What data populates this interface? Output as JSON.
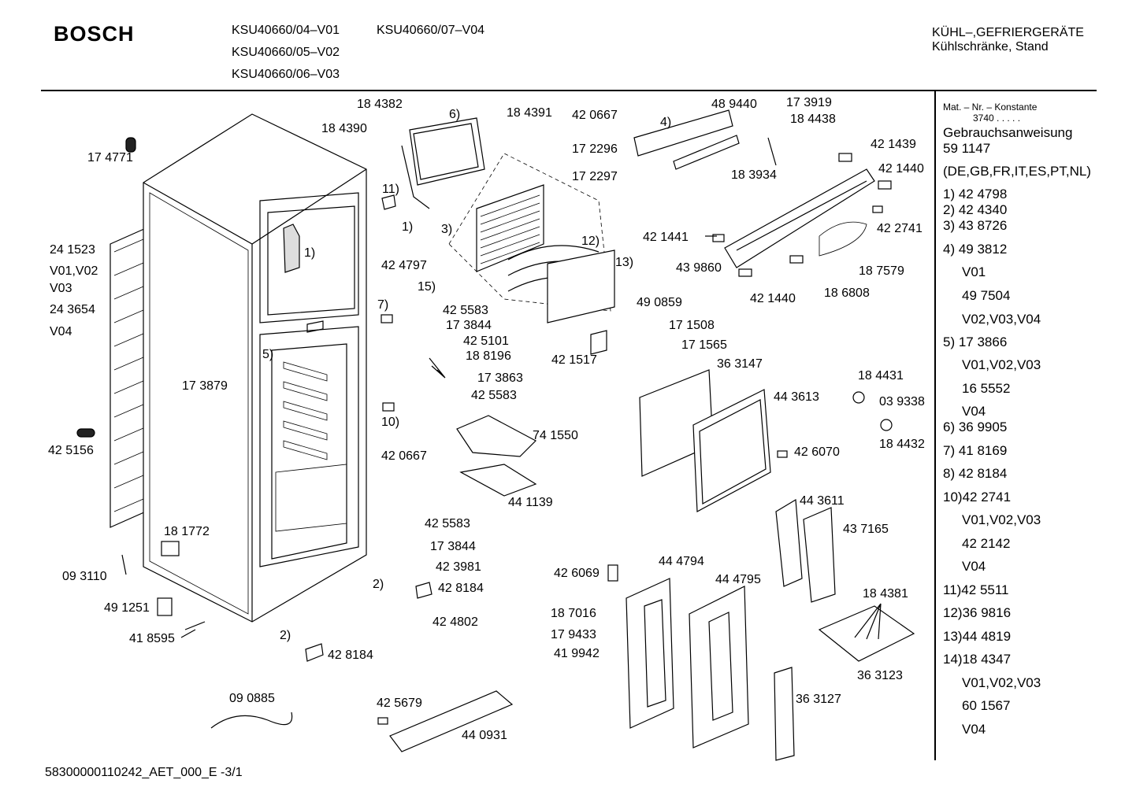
{
  "header": {
    "brand": "BOSCH",
    "models": [
      "KSU40660/04–V01",
      "KSU40660/07–V04",
      "KSU40660/05–V02",
      "KSU40660/06–V03"
    ],
    "category": "KÜHL–,GEFRIERGERÄTE",
    "subcategory": "Kühlschränke, Stand"
  },
  "parts": [
    "18 4382",
    "6)",
    "18 4391",
    "42 0667",
    "4)",
    "48 9440",
    "17 3919",
    "18 4438",
    "18 4390",
    "17 2296",
    "17 2297",
    "18 3934",
    "42 1439",
    "42 1440",
    "17 4771",
    "11)",
    "1)",
    "3)",
    "12)",
    "13)",
    "42 4797",
    "42 1441",
    "42 2741",
    "24 1523",
    "V01,V02",
    "V03",
    "24 3654",
    "V04",
    "1)",
    "15)",
    "43 9860",
    "18 7579",
    "7)",
    "42 5583",
    "17 3844",
    "42 5101",
    "49 0859",
    "42 1440",
    "18 6808",
    "5)",
    "18 8196",
    "17 1508",
    "17 1565",
    "42 1517",
    "17 3879",
    "17 3863",
    "36 3147",
    "42 5583",
    "18 4431",
    "44 3613",
    "03 9338",
    "10)",
    "42 0667",
    "74 1550",
    "42 6070",
    "18 4432",
    "42 5156",
    "44 1139",
    "44 3611",
    "43 7165",
    "18 1772",
    "42 5583",
    "17 3844",
    "42 3981",
    "09 3110",
    "44 4794",
    "42 6069",
    "44 4795",
    "2)",
    "42 8184",
    "18 4381",
    "49 1251",
    "18 7016",
    "42 4802",
    "17 9433",
    "41 8595",
    "2)",
    "41 9942",
    "42 8184",
    "36 3123",
    "09 0885",
    "42 5679",
    "36 3127",
    "44 0931"
  ],
  "panel": {
    "heading": "Mat. – Nr. – Konstante",
    "constant": "3740 . . . . .",
    "items": [
      "Gebrauchsanweisung",
      "59 1147",
      "(DE,GB,FR,IT,ES,PT,NL)",
      "1) 42 4798",
      "2) 42 4340",
      "3) 43 8726",
      "4) 49 3812",
      "V01",
      "49 7504",
      "V02,V03,V04",
      "5) 17 3866",
      "V01,V02,V03",
      "16 5552",
      "V04",
      "6) 36 9905",
      "7) 41 8169",
      "8) 42 8184",
      "10)42 2741",
      "V01,V02,V03",
      "42 2142",
      "V04",
      "11)42 5511",
      "12)36 9816",
      "13)44 4819",
      "14)18 4347",
      "V01,V02,V03",
      "60 1567",
      "V04"
    ]
  },
  "footer": "58300000110242_AET_000_E  -3/1"
}
